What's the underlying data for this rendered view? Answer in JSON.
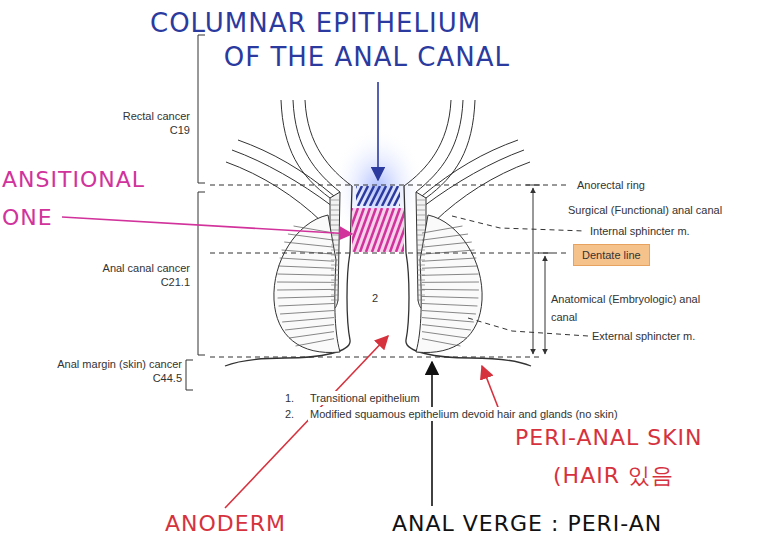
{
  "diagram": {
    "nodes": [
      {
        "text": [
          "Dentate line"
        ]
      }
    ],
    "labels": [
      "COLUMNAR EPITHELIUM OF THE ANAL CANAL",
      "ANSITIONAL ONE",
      "Rectal cancer",
      "C19",
      "Anorectal ring",
      "Surgical (Functional) anal canal",
      "Internal sphincter m.",
      "Anal canal cancer",
      "C21.1",
      "Anatomical (Embryologic) anal canal",
      "2",
      "External sphincter m.",
      "Anal margin (skin) cancer",
      "C44.5",
      "1.",
      "Transitional epithelium",
      "2.",
      "Modified squamous epithelium devoid hair and glands (no skin)",
      "PERI-ANAL SKIN",
      "(HAIR 있음",
      "ANODERM",
      "ANAL VERGE : PERI-AN"
    ]
  }
}
